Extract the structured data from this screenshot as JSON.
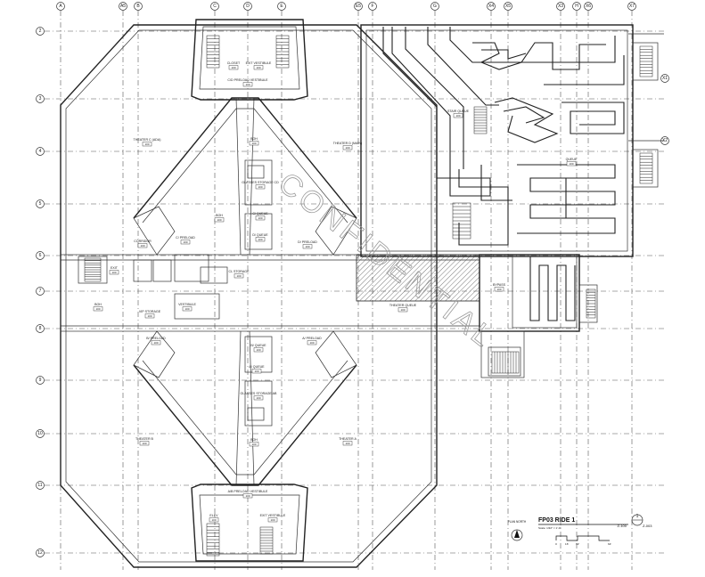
{
  "grid": {
    "columns": [
      "A",
      "A5",
      "B",
      "C",
      "D",
      "E",
      "E5",
      "F",
      "G",
      "X4",
      "X5",
      "X3",
      "H",
      "X6",
      "X7"
    ],
    "rows": [
      "2",
      "3",
      "4",
      "5",
      "6",
      "7",
      "8",
      "9",
      "10",
      "11",
      "12"
    ],
    "side_bubbles": [
      "X1",
      "X2"
    ]
  },
  "rooms": {
    "theater_c": {
      "label": "THEATER C (ADA)",
      "num": "100"
    },
    "theater_d": {
      "label": "THEATER D (MAIN)",
      "num": "100"
    },
    "theater_b": {
      "label": "THEATER B",
      "num": "100"
    },
    "theater_a": {
      "label": "THEATER A",
      "num": "100"
    },
    "theater_queue": {
      "label": "THEATER QUEUE",
      "num": "100"
    },
    "c_d_preload": {
      "label": "C/D PRELOAD VESTIBULE",
      "num": "100"
    },
    "a_b_preload": {
      "label": "A/B PRELOAD VESTIBULE",
      "num": "100"
    },
    "c_preload": {
      "label": "C/ PRELOAD",
      "num": "100"
    },
    "d_preload": {
      "label": "D/ PRELOAD",
      "num": "100"
    },
    "b_preload": {
      "label": "B/ PRELOAD",
      "num": "100"
    },
    "a_preload": {
      "label": "A/ PRELOAD",
      "num": "100"
    },
    "c_queue": {
      "label": "C/ QUEUE",
      "num": "100"
    },
    "d_queue": {
      "label": "D/ QUEUE",
      "num": "100"
    },
    "b_queue": {
      "label": "B/ QUEUE",
      "num": "100"
    },
    "a_queue": {
      "label": "A/ QUEUE",
      "num": "100"
    },
    "boh_top": {
      "label": "BOH",
      "num": "100"
    },
    "boh_bottom": {
      "label": "BOH",
      "num": "100"
    },
    "boh_left": {
      "label": "BOH",
      "num": "100"
    },
    "glasses_storage_top": {
      "label": "GLASSES STORAGE CD",
      "num": "100"
    },
    "glasses_storage_bottom": {
      "label": "GLASSES STORAGE AB",
      "num": "100"
    },
    "closet": {
      "label": "CLOSET",
      "num": "100"
    },
    "elev": {
      "label": "ELEV",
      "num": "100"
    },
    "vip_storage": {
      "label": "VIP STORAGE",
      "num": "100"
    },
    "cl_storage": {
      "label": "CL STORAGE",
      "num": "100"
    },
    "vestibule": {
      "label": "VESTIBULE",
      "num": "100"
    },
    "stair_queue": {
      "label": "STAIR QUEUE",
      "num": "100"
    },
    "exit": {
      "label": "EXIT",
      "num": "100"
    },
    "boh_preshow": {
      "label": "BOH",
      "num": "100"
    },
    "queue": {
      "label": "QUEUE",
      "num": "100"
    },
    "bypass": {
      "label": "BYPASS",
      "num": "100"
    },
    "exit_vestibule_top": {
      "label": "EXIT VESTIBULE",
      "num": "100"
    },
    "exit_vestibule_bottom": {
      "label": "EXIT VESTIBULE",
      "num": "100"
    },
    "corridor": {
      "label": "CORRIDOR",
      "num": "100"
    }
  },
  "titleblock": {
    "title": "FP03 RIDE 1",
    "scale": "Scale: 1/32\" = 1'-0\"",
    "detail_num": "1",
    "sheet_ref": "Z-100",
    "sheet_num": "Z-003",
    "north_label": "PLAN NORTH",
    "scale_marks": [
      "0",
      "16'",
      "32'",
      "64'"
    ]
  },
  "watermark": "CONFIDENTIAL",
  "colors": {
    "line": "#222222",
    "hatch": "#555555",
    "paper": "#ffffff"
  }
}
